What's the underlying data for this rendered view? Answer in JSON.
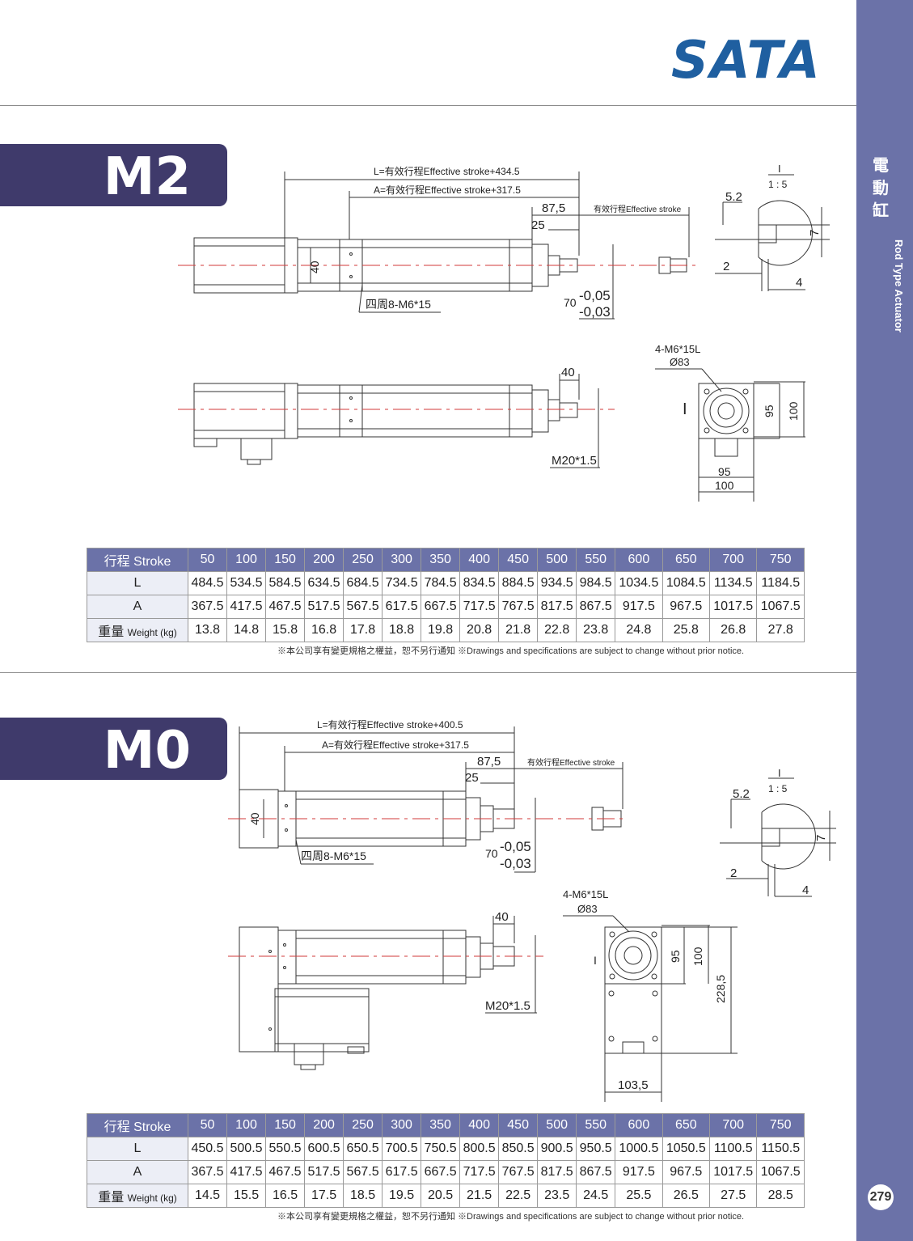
{
  "brand": "SATA",
  "sidebar": {
    "category_cjk": [
      "電",
      "動",
      "缸"
    ],
    "category_en": "Rod Type Actuator",
    "page_number": "279"
  },
  "sections": [
    {
      "model": "M2",
      "dims": {
        "L": "L=有效行程Effective stroke+434.5",
        "A": "A=有效行程Effective stroke+317.5",
        "d875": "87,5",
        "d25": "25",
        "stroke": "有效行程Effective stroke",
        "h40": "40",
        "holes": "四周8-M6*15",
        "tol_base": "70",
        "tol_up": "-0,05",
        "tol_dn": "-0,03",
        "rod40": "40",
        "thread": "M20*1.5",
        "flange_holes": "4-M6*15L",
        "pcd": "Ø83",
        "sq95": "95",
        "sq100": "100",
        "w95": "95",
        "w100": "100",
        "detail_title": "I",
        "detail_scale": "1 : 5",
        "det52": "5.2",
        "det7": "7",
        "det2": "2",
        "det4": "4",
        "view_mark": "I"
      },
      "table": {
        "header_label_cjk": "行程",
        "header_label_en": "Stroke",
        "strokes": [
          "50",
          "100",
          "150",
          "200",
          "250",
          "300",
          "350",
          "400",
          "450",
          "500",
          "550",
          "600",
          "650",
          "700",
          "750"
        ],
        "rows": [
          {
            "label": "L",
            "label_en": "",
            "values": [
              "484.5",
              "534.5",
              "584.5",
              "634.5",
              "684.5",
              "734.5",
              "784.5",
              "834.5",
              "884.5",
              "934.5",
              "984.5",
              "1034.5",
              "1084.5",
              "1134.5",
              "1184.5"
            ]
          },
          {
            "label": "A",
            "label_en": "",
            "values": [
              "367.5",
              "417.5",
              "467.5",
              "517.5",
              "567.5",
              "617.5",
              "667.5",
              "717.5",
              "767.5",
              "817.5",
              "867.5",
              "917.5",
              "967.5",
              "1017.5",
              "1067.5"
            ]
          },
          {
            "label": "重量",
            "label_en": "Weight (kg)",
            "values": [
              "13.8",
              "14.8",
              "15.8",
              "16.8",
              "17.8",
              "18.8",
              "19.8",
              "20.8",
              "21.8",
              "22.8",
              "23.8",
              "24.8",
              "25.8",
              "26.8",
              "27.8"
            ]
          }
        ]
      },
      "note": "※本公司享有變更規格之權益，恕不另行通知 ※Drawings and specifications are subject to change without prior notice."
    },
    {
      "model": "M0",
      "dims": {
        "L": "L=有效行程Effective stroke+400.5",
        "A": "A=有效行程Effective stroke+317.5",
        "d875": "87,5",
        "d25": "25",
        "stroke": "有效行程Effective stroke",
        "h40": "40",
        "holes": "四周8-M6*15",
        "tol_base": "70",
        "tol_up": "-0,05",
        "tol_dn": "-0,03",
        "rod40": "40",
        "thread": "M20*1.5",
        "flange_holes": "4-M6*15L",
        "pcd": "Ø83",
        "sq95": "95",
        "sq100": "100",
        "h2285": "228,5",
        "w1035": "103,5",
        "detail_title": "I",
        "detail_scale": "1 : 5",
        "det52": "5.2",
        "det7": "7",
        "det2": "2",
        "det4": "4",
        "view_mark": "I"
      },
      "table": {
        "header_label_cjk": "行程",
        "header_label_en": "Stroke",
        "strokes": [
          "50",
          "100",
          "150",
          "200",
          "250",
          "300",
          "350",
          "400",
          "450",
          "500",
          "550",
          "600",
          "650",
          "700",
          "750"
        ],
        "rows": [
          {
            "label": "L",
            "label_en": "",
            "values": [
              "450.5",
              "500.5",
              "550.5",
              "600.5",
              "650.5",
              "700.5",
              "750.5",
              "800.5",
              "850.5",
              "900.5",
              "950.5",
              "1000.5",
              "1050.5",
              "1100.5",
              "1150.5"
            ]
          },
          {
            "label": "A",
            "label_en": "",
            "values": [
              "367.5",
              "417.5",
              "467.5",
              "517.5",
              "567.5",
              "617.5",
              "667.5",
              "717.5",
              "767.5",
              "817.5",
              "867.5",
              "917.5",
              "967.5",
              "1017.5",
              "1067.5"
            ]
          },
          {
            "label": "重量",
            "label_en": "Weight (kg)",
            "values": [
              "14.5",
              "15.5",
              "16.5",
              "17.5",
              "18.5",
              "19.5",
              "20.5",
              "21.5",
              "22.5",
              "23.5",
              "24.5",
              "25.5",
              "26.5",
              "27.5",
              "28.5"
            ]
          }
        ]
      },
      "note": "※本公司享有變更規格之權益，恕不另行通知 ※Drawings and specifications are subject to change without prior notice."
    }
  ],
  "colors": {
    "sidebar": "#6b72a8",
    "model_tab": "#3f3a6b",
    "brand_blue": "#1f5fa0",
    "table_header": "#6b72a8",
    "centerline": "#d23a3a"
  }
}
